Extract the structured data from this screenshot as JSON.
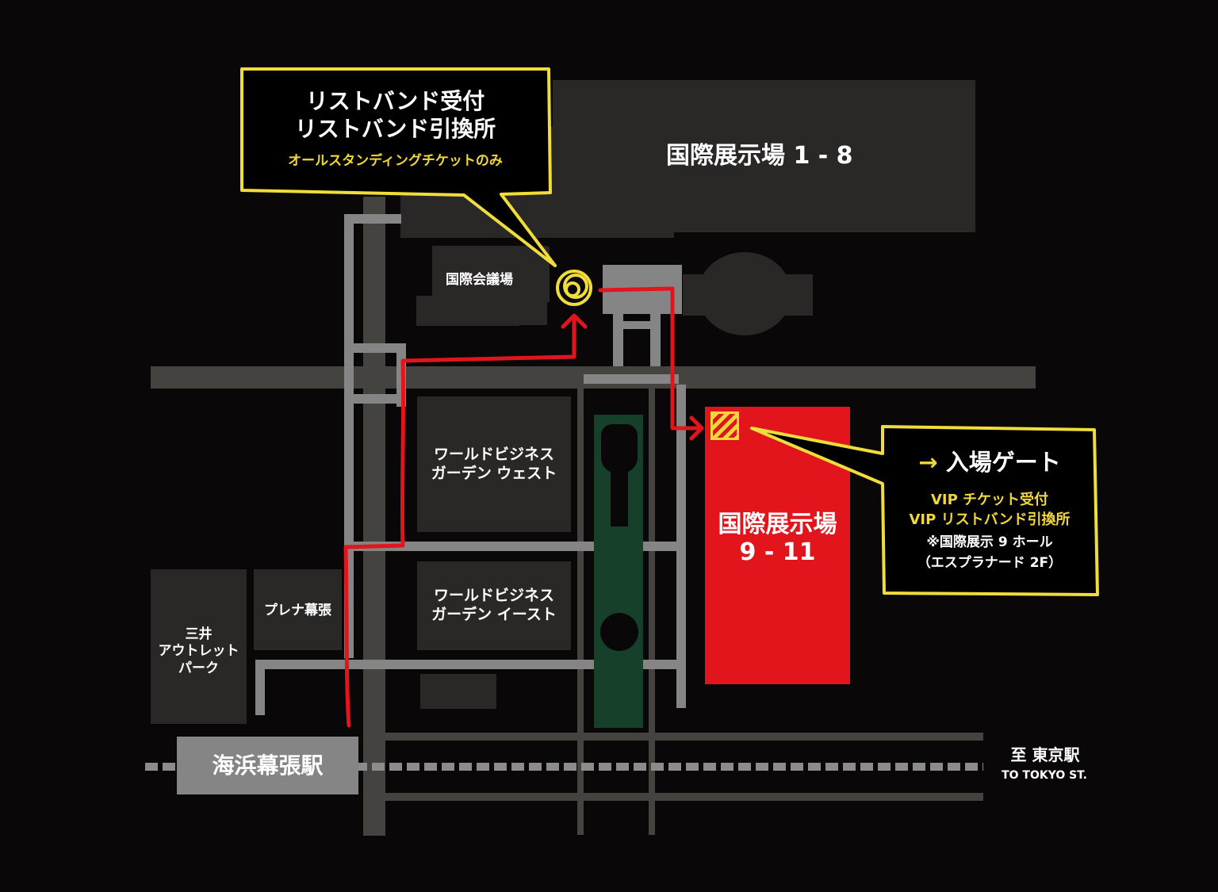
{
  "map": {
    "colors": {
      "background": "#0a0708",
      "building": "#2a2727",
      "road_major": "#454340",
      "road_minor": "#858585",
      "venue_highlight": "#e3151c",
      "park": "#16402a",
      "route": "#e3151c",
      "callout_border": "#f0dc3a",
      "callout_accent_text": "#f2d73a"
    },
    "buildings": {
      "hall_1_8": "国際展示場 1 - 8",
      "convention_hall": "国際会議場",
      "wbg_west_line1": "ワールドビジネス",
      "wbg_west_line2": "ガーデン ウェスト",
      "wbg_east_line1": "ワールドビジネス",
      "wbg_east_line2": "ガーデン イースト",
      "hall_9_11_line1": "国際展示場",
      "hall_9_11_line2": "9 - 11",
      "plena": "プレナ幕張",
      "mitsui_line1": "三井",
      "mitsui_line2": "アウトレット",
      "mitsui_line3": "パーク"
    },
    "station": {
      "name": "海浜幕張駅"
    },
    "direction": {
      "jp": "至 東京駅",
      "en": "TO TOKYO ST."
    },
    "callout_wristband": {
      "line1": "リストバンド受付",
      "line2": "リストバンド引換所",
      "note": "オールスタンディングチケットのみ"
    },
    "callout_gate": {
      "arrow": "→",
      "title": "入場ゲート",
      "vip1": "VIP チケット受付",
      "vip2": "VIP リストバンド引換所",
      "loc1": "※国際展示 9 ホール",
      "loc2": "（エスプラナード 2F）"
    }
  }
}
